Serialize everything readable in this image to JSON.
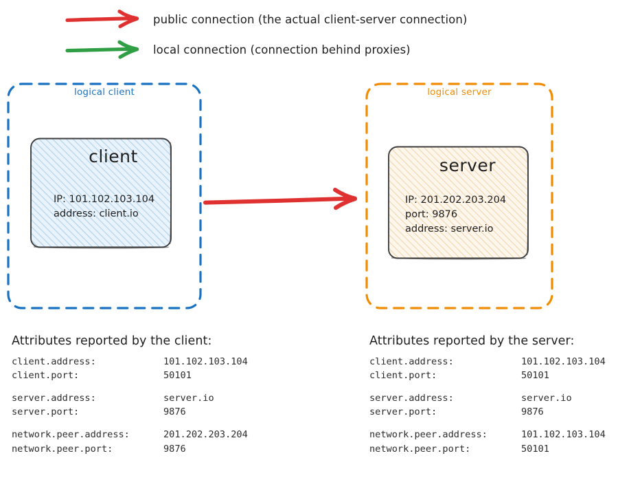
{
  "legend": {
    "items": [
      {
        "id": "public-connection",
        "arrow_icon": "red-arrow-icon",
        "color": "#e03131",
        "label": "public connection (the actual client-server connection)"
      },
      {
        "id": "local-connection",
        "arrow_icon": "green-arrow-icon",
        "color": "#2f9e44",
        "label": "local connection (connection behind proxies)"
      }
    ]
  },
  "diagram": {
    "connection_arrow": {
      "icon": "red-arrow-icon",
      "color": "#e03131",
      "from": "client",
      "to": "server"
    },
    "client_group": {
      "title": "logical client",
      "color": "#1971c2",
      "node": {
        "title": "client",
        "fill": "#e7f2fb",
        "hatch_color": "#a5cdeb",
        "props": [
          "IP: 101.102.103.104",
          "address: client.io"
        ]
      }
    },
    "server_group": {
      "title": "logical server",
      "color": "#f08c00",
      "node": {
        "title": "server",
        "fill": "#fdf5e9",
        "hatch_color": "#f0cfa0",
        "props": [
          "IP: 201.202.203.204",
          "port: 9876",
          "address: server.io"
        ]
      }
    }
  },
  "attributes_client": {
    "heading": "Attributes reported by the client:",
    "rows": [
      {
        "key": "client.address:",
        "value": "101.102.103.104"
      },
      {
        "key": "client.port:",
        "value": "50101"
      },
      {
        "key": "",
        "value": ""
      },
      {
        "key": "server.address:",
        "value": "server.io"
      },
      {
        "key": "server.port:",
        "value": "9876"
      },
      {
        "key": "",
        "value": ""
      },
      {
        "key": "network.peer.address:",
        "value": "201.202.203.204"
      },
      {
        "key": "network.peer.port:",
        "value": "9876"
      }
    ]
  },
  "attributes_server": {
    "heading": "Attributes reported by the server:",
    "rows": [
      {
        "key": "client.address:",
        "value": "101.102.103.104"
      },
      {
        "key": "client.port:",
        "value": "50101"
      },
      {
        "key": "",
        "value": ""
      },
      {
        "key": "server.address:",
        "value": "server.io"
      },
      {
        "key": "server.port:",
        "value": "9876"
      },
      {
        "key": "",
        "value": ""
      },
      {
        "key": "network.peer.address:",
        "value": "101.102.103.104"
      },
      {
        "key": "network.peer.port:",
        "value": "50101"
      }
    ]
  }
}
